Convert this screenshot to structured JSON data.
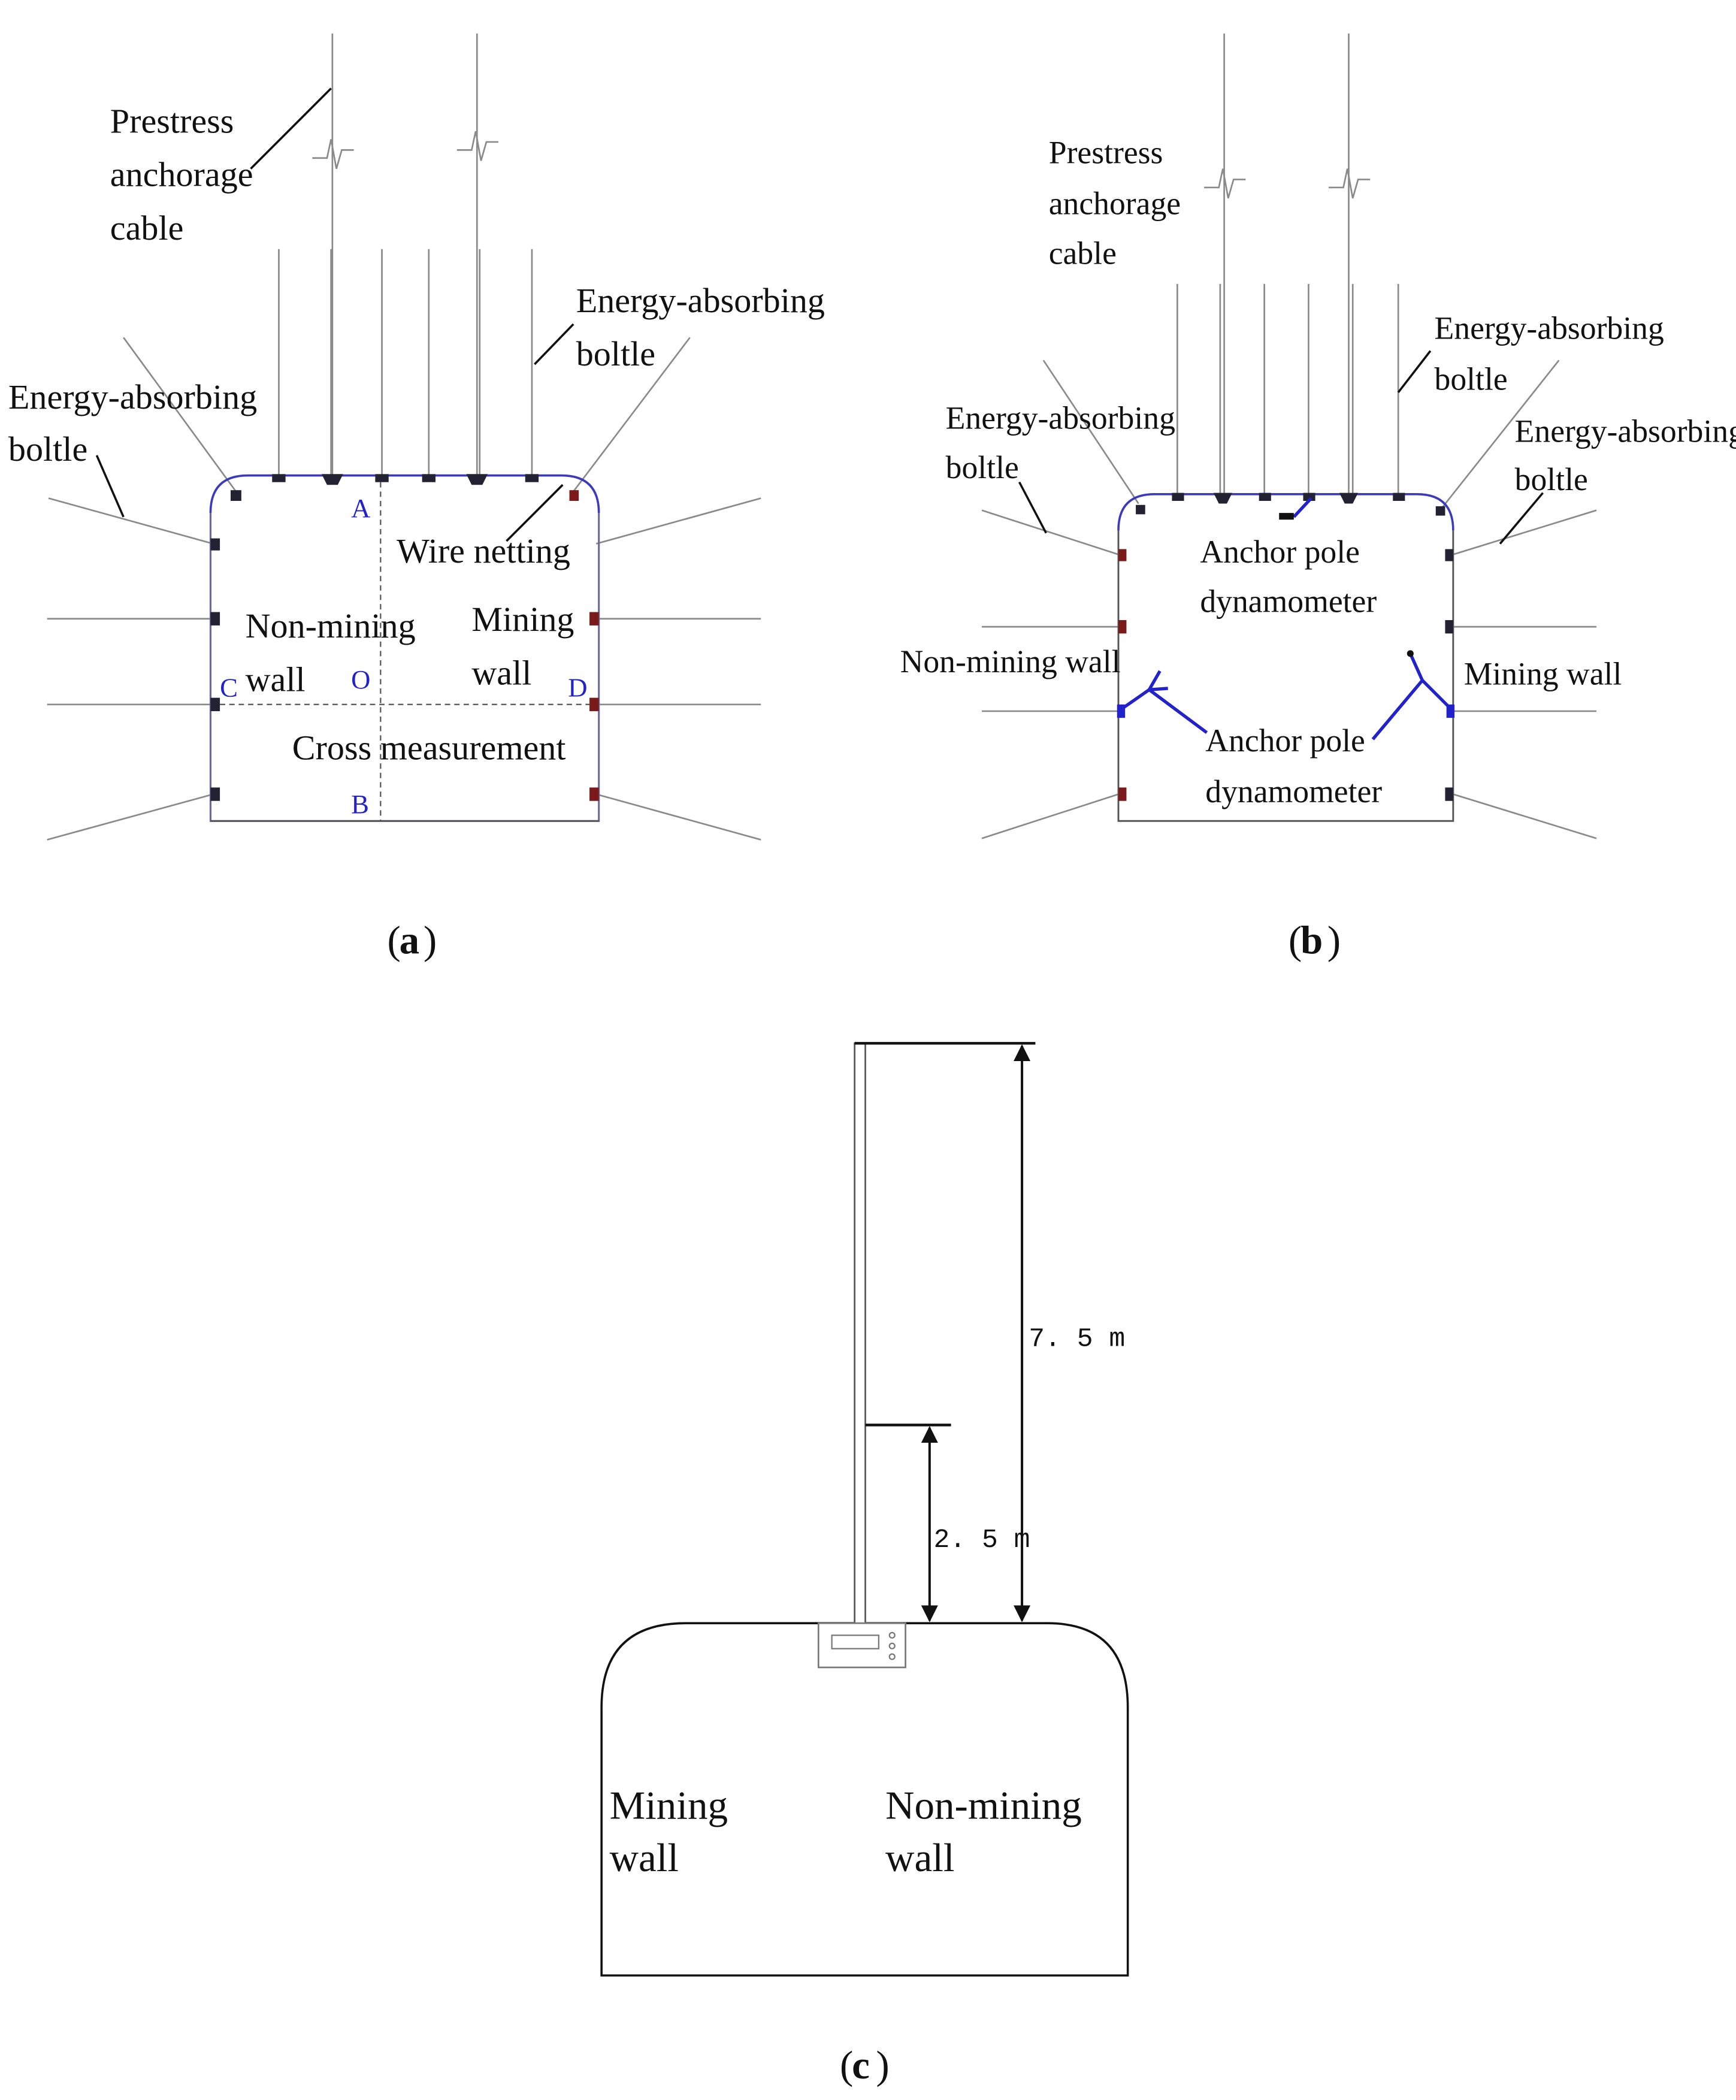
{
  "colors": {
    "ink": "#111111",
    "grey": "#8a8a8a",
    "blue": "#2222cc",
    "darkred": "#7a1a1a"
  },
  "panel_a": {
    "caption_letter": "a",
    "labels": {
      "cable_1": "Prestress",
      "cable_2": "anchorage",
      "cable_3": "cable",
      "bolt_left_1": "Energy-absorbing",
      "bolt_left_2": "boltle",
      "bolt_right_1": "Energy-absorbing",
      "bolt_right_2": "boltle",
      "wire": "Wire netting",
      "nonmining_1": "Non-mining",
      "nonmining_2": "wall",
      "mining_1": "Mining",
      "mining_2": "wall",
      "cross": "Cross measurement",
      "pt_a": "A",
      "pt_b": "B",
      "pt_c": "C",
      "pt_d": "D",
      "pt_o": "O"
    }
  },
  "panel_b": {
    "caption_letter": "b",
    "labels": {
      "cable_1": "Prestress",
      "cable_2": "anchorage",
      "cable_3": "cable",
      "bolt_top_1": "Energy-absorbing",
      "bolt_top_2": "boltle",
      "bolt_left_1": "Energy-absorbing",
      "bolt_left_2": "boltle",
      "bolt_right_1": "Energy-absorbing",
      "bolt_right_2": "boltle",
      "dyn_top_1": "Anchor pole",
      "dyn_top_2": "dynamometer",
      "dyn_bot_1": "Anchor pole",
      "dyn_bot_2": "dynamometer",
      "nonmining": "Non-mining wall",
      "mining": "Mining wall"
    }
  },
  "panel_c": {
    "caption_letter": "c",
    "labels": {
      "dim_long": "7. 5  m",
      "dim_short": "2. 5  m",
      "mining_1": "Mining",
      "mining_2": "wall",
      "nonmining_1": "Non-mining",
      "nonmining_2": "wall"
    }
  }
}
